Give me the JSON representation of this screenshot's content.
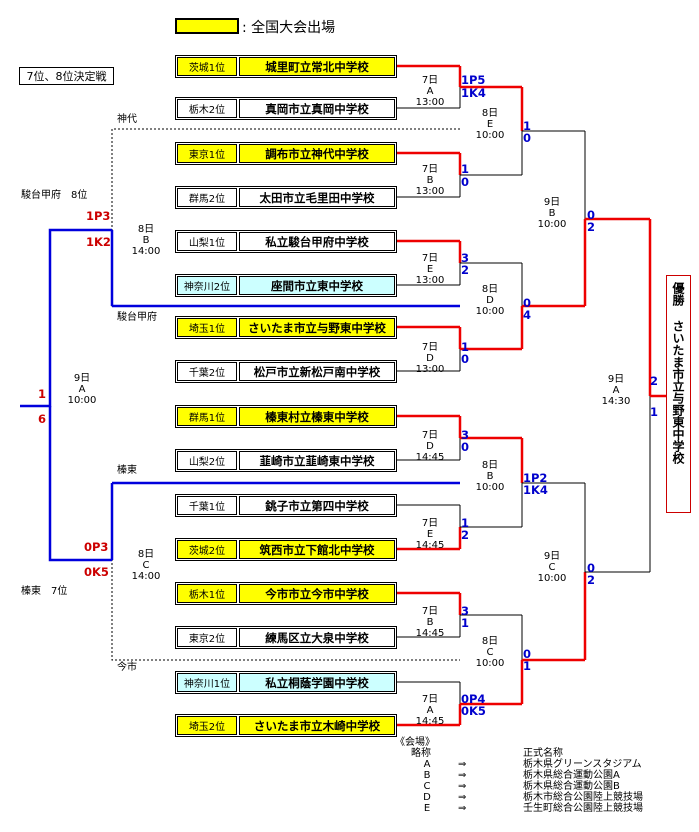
{
  "legend": {
    "label": ": 全国大会出場",
    "color": "#ffff00"
  },
  "subtitle": "7位、8位決定戦",
  "teams": [
    {
      "seed": "茨城1位",
      "name": "城里町立常北中学校",
      "color": "#ffff00"
    },
    {
      "seed": "栃木2位",
      "name": "真岡市立真岡中学校",
      "color": "#ffffff"
    },
    {
      "seed": "東京1位",
      "name": "調布市立神代中学校",
      "color": "#ffff00"
    },
    {
      "seed": "群馬2位",
      "name": "太田市立毛里田中学校",
      "color": "#ffffff"
    },
    {
      "seed": "山梨1位",
      "name": "私立駿台甲府中学校",
      "color": "#ffffff"
    },
    {
      "seed": "神奈川2位",
      "name": "座間市立東中学校",
      "color": "#ccffff"
    },
    {
      "seed": "埼玉1位",
      "name": "さいたま市立与野東中学校",
      "color": "#ffff00"
    },
    {
      "seed": "千葉2位",
      "name": "松戸市立新松戸南中学校",
      "color": "#ffffff"
    },
    {
      "seed": "群馬1位",
      "name": "榛東村立榛東中学校",
      "color": "#ffff00"
    },
    {
      "seed": "山梨2位",
      "name": "韮崎市立韮崎東中学校",
      "color": "#ffffff"
    },
    {
      "seed": "千葉1位",
      "name": "銚子市立第四中学校",
      "color": "#ffffff"
    },
    {
      "seed": "茨城2位",
      "name": "筑西市立下館北中学校",
      "color": "#ffff00"
    },
    {
      "seed": "栃木1位",
      "name": "今市市立今市中学校",
      "color": "#ffff00"
    },
    {
      "seed": "東京2位",
      "name": "練馬区立大泉中学校",
      "color": "#ffffff"
    },
    {
      "seed": "神奈川1位",
      "name": "私立桐蔭学園中学校",
      "color": "#ccffff"
    },
    {
      "seed": "埼玉2位",
      "name": "さいたま市立木崎中学校",
      "color": "#ffff00"
    }
  ],
  "round1": [
    {
      "day": "7日",
      "venue": "A",
      "time": "13:00",
      "top": "1P5",
      "bottom": "1K4"
    },
    {
      "day": "7日",
      "venue": "B",
      "time": "13:00",
      "top": "1",
      "bottom": "0"
    },
    {
      "day": "7日",
      "venue": "E",
      "time": "13:00",
      "top": "3",
      "bottom": "2"
    },
    {
      "day": "7日",
      "venue": "D",
      "time": "13:00",
      "top": "1",
      "bottom": "0"
    },
    {
      "day": "7日",
      "venue": "D",
      "time": "14:45",
      "top": "3",
      "bottom": "0"
    },
    {
      "day": "7日",
      "venue": "E",
      "time": "14:45",
      "top": "1",
      "bottom": "2"
    },
    {
      "day": "7日",
      "venue": "B",
      "time": "14:45",
      "top": "3",
      "bottom": "1"
    },
    {
      "day": "7日",
      "venue": "A",
      "time": "14:45",
      "top": "0P4",
      "bottom": "0K5"
    }
  ],
  "round2": [
    {
      "day": "8日",
      "venue": "E",
      "time": "10:00",
      "top": "1",
      "bottom": "0"
    },
    {
      "day": "8日",
      "venue": "D",
      "time": "10:00",
      "top": "0",
      "bottom": "4"
    },
    {
      "day": "8日",
      "venue": "B",
      "time": "10:00",
      "top": "1P2",
      "bottom": "1K4"
    },
    {
      "day": "8日",
      "venue": "C",
      "time": "10:00",
      "top": "0",
      "bottom": "1"
    }
  ],
  "semis": [
    {
      "day": "9日",
      "venue": "B",
      "time": "10:00",
      "top": "0",
      "bottom": "2"
    },
    {
      "day": "9日",
      "venue": "C",
      "time": "10:00",
      "top": "0",
      "bottom": "2"
    }
  ],
  "final": {
    "day": "9日",
    "venue": "A",
    "time": "14:30",
    "top": "2",
    "bottom": "1"
  },
  "champion": {
    "label": "優勝",
    "name": "さいたま市立与野東中学校"
  },
  "placement": {
    "labels": [
      "神代",
      "駿台甲府",
      "榛東",
      "今市"
    ],
    "match8_top": {
      "day": "8日",
      "venue": "B",
      "time": "14:00",
      "top": "1P3",
      "bottom": "1K2"
    },
    "match8_bottom": {
      "day": "8日",
      "venue": "C",
      "time": "14:00",
      "top": "0P3",
      "bottom": "0K5"
    },
    "final": {
      "day": "9日",
      "venue": "A",
      "time": "10:00",
      "top": "1",
      "bottom": "6"
    },
    "result_top": "駿台甲府　8位",
    "result_bottom": "榛東　7位"
  },
  "venues": {
    "header": "《会場》",
    "col_abbr": "略称",
    "col_name": "正式名称",
    "arrow": "⇒",
    "rows": [
      {
        "abbr": "A",
        "name": "栃木県グリーンスタジアム"
      },
      {
        "abbr": "B",
        "name": "栃木県総合運動公園A"
      },
      {
        "abbr": "C",
        "name": "栃木県総合運動公園B"
      },
      {
        "abbr": "D",
        "name": "栃木市総合公園陸上競技場"
      },
      {
        "abbr": "E",
        "name": "壬生町総合公園陸上競技場"
      }
    ]
  }
}
